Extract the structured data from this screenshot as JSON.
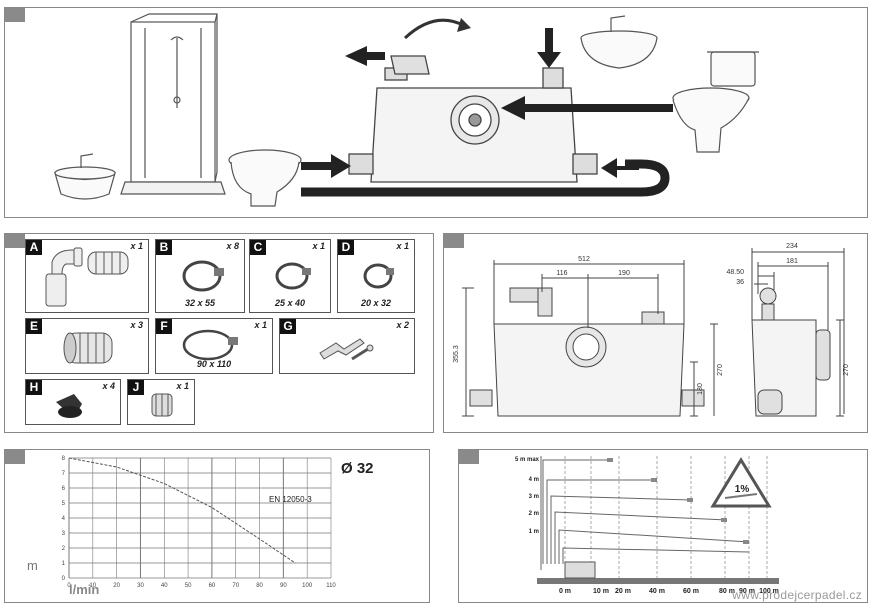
{
  "accessories": [
    {
      "letter": "A",
      "qty": "x 1",
      "size": ""
    },
    {
      "letter": "B",
      "qty": "x 8",
      "size": "32 x 55"
    },
    {
      "letter": "C",
      "qty": "x 1",
      "size": "25 x 40"
    },
    {
      "letter": "D",
      "qty": "x 1",
      "size": "20 x 32"
    },
    {
      "letter": "E",
      "qty": "x 3",
      "size": ""
    },
    {
      "letter": "F",
      "qty": "x 1",
      "size": "90 x 110"
    },
    {
      "letter": "G",
      "qty": "x 2",
      "size": ""
    },
    {
      "letter": "H",
      "qty": "x 4",
      "size": ""
    },
    {
      "letter": "J",
      "qty": "x 1",
      "size": ""
    }
  ],
  "dimensions": {
    "width_total": "512",
    "d116": "116",
    "d190": "190",
    "height_total": "355.3",
    "h270": "270",
    "h180": "180",
    "side_234": "234",
    "side_181": "181",
    "side_48": "48.50",
    "side_36": "36",
    "side_h270": "270"
  },
  "pump_curve": {
    "diameter_label": "Ø 32",
    "standard_label": "EN 12050-3",
    "y_unit": "m",
    "x_unit": "l/min",
    "y_ticks": [
      "0",
      "1",
      "2",
      "3",
      "4",
      "5",
      "6",
      "7",
      "8"
    ],
    "x_ticks": [
      "0",
      "10",
      "20",
      "30",
      "40",
      "50",
      "60",
      "70",
      "80",
      "90",
      "100",
      "110"
    ],
    "curve": [
      [
        0,
        8
      ],
      [
        20,
        7.4
      ],
      [
        40,
        6.3
      ],
      [
        60,
        4.7
      ],
      [
        80,
        2.6
      ],
      [
        95,
        1.0
      ]
    ]
  },
  "installation": {
    "levels": [
      "5 m max",
      "4 m",
      "3 m",
      "2 m",
      "1 m"
    ],
    "distances": [
      "0 m",
      "10 m",
      "20 m",
      "40 m",
      "60 m",
      "80 m",
      "90 m",
      "100 m"
    ],
    "slope_label": "1%"
  },
  "watermark": "www.prodejcerpadel.cz"
}
